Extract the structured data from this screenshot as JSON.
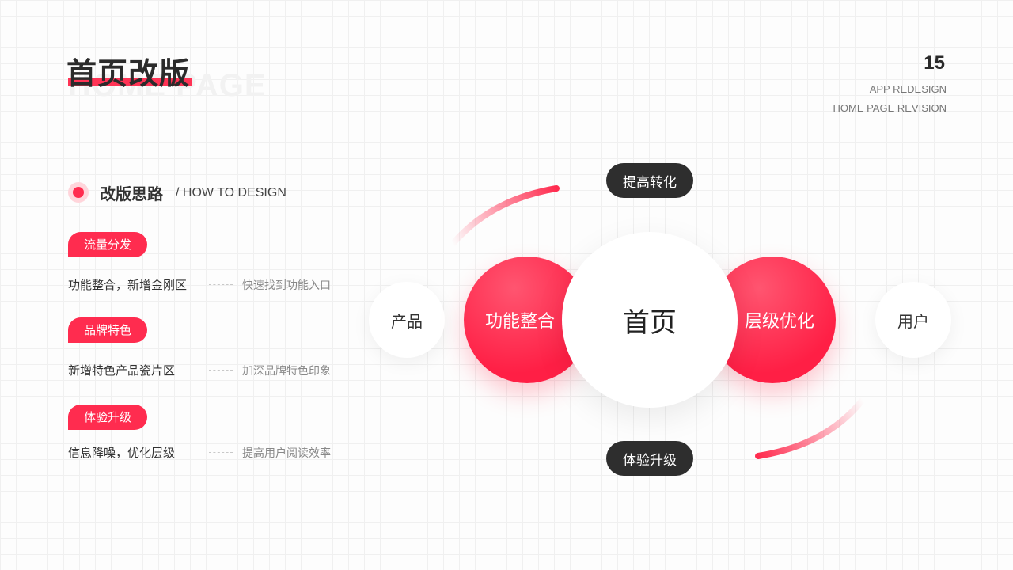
{
  "header": {
    "title": "首页改版",
    "title_ghost": "HOME PAGE",
    "page_number": "15",
    "subtitle_1": "APP REDESIGN",
    "subtitle_2": "HOME PAGE REVISION"
  },
  "section": {
    "title": "改版思路",
    "subtitle": "/ HOW TO DESIGN"
  },
  "items": [
    {
      "tag": "流量分发",
      "text": "功能整合，新增金刚区",
      "desc": "快速找到功能入口"
    },
    {
      "tag": "品牌特色",
      "text": "新增特色产品瓷片区",
      "desc": "加深品牌特色印象"
    },
    {
      "tag": "体验升级",
      "text": "信息降噪，优化层级",
      "desc": "提高用户阅读效率"
    }
  ],
  "diagram": {
    "left_outer": "产品",
    "left_red": "功能整合",
    "center": "首页",
    "right_red": "层级优化",
    "right_outer": "用户",
    "top_pill": "提高转化",
    "bottom_pill": "体验升级"
  },
  "colors": {
    "accent": "#ff2c4f",
    "dark": "#2e2e2e"
  }
}
